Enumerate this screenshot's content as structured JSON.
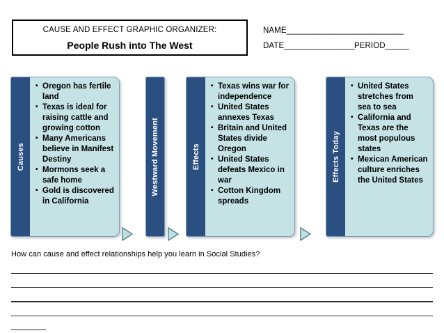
{
  "header": {
    "kicker": "CAUSE AND EFFECT GRAPHIC ORGANIZER:",
    "title": "People Rush into The West",
    "name_label": "NAME",
    "name_rule": "______________________________",
    "date_label": "DATE",
    "date_rule": "__________________",
    "period_label": "PERIOD",
    "period_rule": "______"
  },
  "organizer": {
    "columns": [
      {
        "id": "causes",
        "label": "Causes",
        "items": [
          "Oregon has fertile land",
          "Texas is ideal for raising cattle and growing cotton",
          "Many Americans believe in Manifest Destiny",
          "Mormons seek a safe home",
          "Gold is discovered in California"
        ]
      },
      {
        "id": "westward-movement",
        "label": "Westward Movement",
        "items": []
      },
      {
        "id": "effects",
        "label": "Effects",
        "items": [
          "Texas wins war for independence",
          "United States annexes Texas",
          "Britain and United States divide Oregon",
          "United States defeats Mexico in war",
          "Cotton Kingdom spreads"
        ]
      },
      {
        "id": "effects-today",
        "label": "Effects Today",
        "items": [
          "United States stretches from sea to sea",
          "California and Texas are the most populous states",
          "Mexican American culture enriches the United States"
        ]
      }
    ],
    "arrows": [
      "arrow-right-icon",
      "arrow-right-icon",
      "arrow-right-icon"
    ]
  },
  "reflection": {
    "prompt": "How can cause and effect relationships help you learn in Social Studies?",
    "line_count": 4,
    "has_partial_line": true
  },
  "colors": {
    "tab_blue": "#2c4f82",
    "panel_cyan": "#c5e2e5",
    "panel_border": "#7f9db9",
    "arrow_fill": "#bfe0e2",
    "arrow_stroke": "#4f7f86",
    "rule_black": "#2b2b2b",
    "page_white": "#ffffff"
  }
}
